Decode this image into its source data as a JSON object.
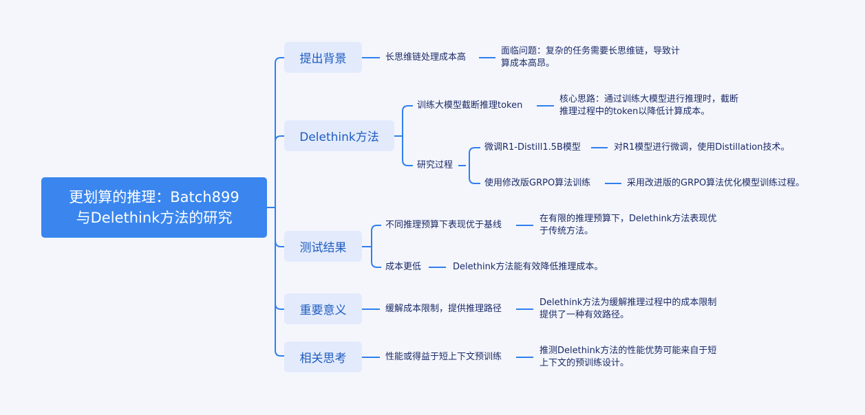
{
  "root": {
    "line1": "更划算的推理：Batch899",
    "line2": "与Delethink方法的研究"
  },
  "branches": [
    {
      "label": "提出背景",
      "children": [
        {
          "label": "长思维链处理成本高",
          "detail": [
            "面临问题：复杂的任务需要长思维链，导致计",
            "算成本高昂。"
          ]
        }
      ]
    },
    {
      "label": "Delethink方法",
      "children": [
        {
          "label": "训练大模型截断推理token",
          "detail": [
            "核心思路：通过训练大模型进行推理时，截断",
            "推理过程中的token以降低计算成本。"
          ]
        },
        {
          "label": "研究过程",
          "children": [
            {
              "label": "微调R1-Distill1.5B模型",
              "detail": "对R1模型进行微调，使用Distillation技术。"
            },
            {
              "label": "使用修改版GRPO算法训练",
              "detail": "采用改进版的GRPO算法优化模型训练过程。"
            }
          ]
        }
      ]
    },
    {
      "label": "测试结果",
      "children": [
        {
          "label": "不同推理预算下表现优于基线",
          "detail": [
            "在有限的推理预算下，Delethink方法表现优",
            "于传统方法。"
          ]
        },
        {
          "label": "成本更低",
          "detail": "Delethink方法能有效降低推理成本。"
        }
      ]
    },
    {
      "label": "重要意义",
      "children": [
        {
          "label": "缓解成本限制，提供推理路径",
          "detail": [
            "Delethink方法为缓解推理过程中的成本限制",
            "提供了一种有效路径。"
          ]
        }
      ]
    },
    {
      "label": "相关思考",
      "children": [
        {
          "label": "性能或得益于短上下文预训练",
          "detail": [
            "推测Delethink方法的性能优势可能来自于短",
            "上下文的预训练设计。"
          ]
        }
      ]
    }
  ],
  "colors": {
    "root": "#3a86ee",
    "branch_bg": "#e2eafc",
    "line": "#2f7fee",
    "text": "#1b2a66"
  }
}
